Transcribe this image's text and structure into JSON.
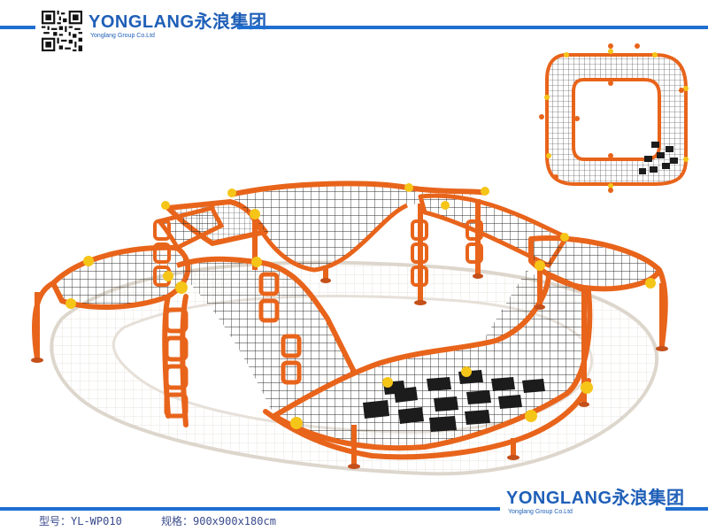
{
  "brand": {
    "name": "YONGLANG永浪集团",
    "subtitle": "Yonglang Group Co.Ltd",
    "color": "#1f5fb8"
  },
  "product": {
    "model_label": "型号：YL-WP010",
    "spec_label": "规格：900x900x180cm"
  },
  "colors": {
    "frame": "#e8641b",
    "connector": "#f5c518",
    "net": "#2b2b2b",
    "pad": "#1c1c1c",
    "accent_bar": "#1f6fd0"
  },
  "icons": [
    "qr-code-icon"
  ]
}
